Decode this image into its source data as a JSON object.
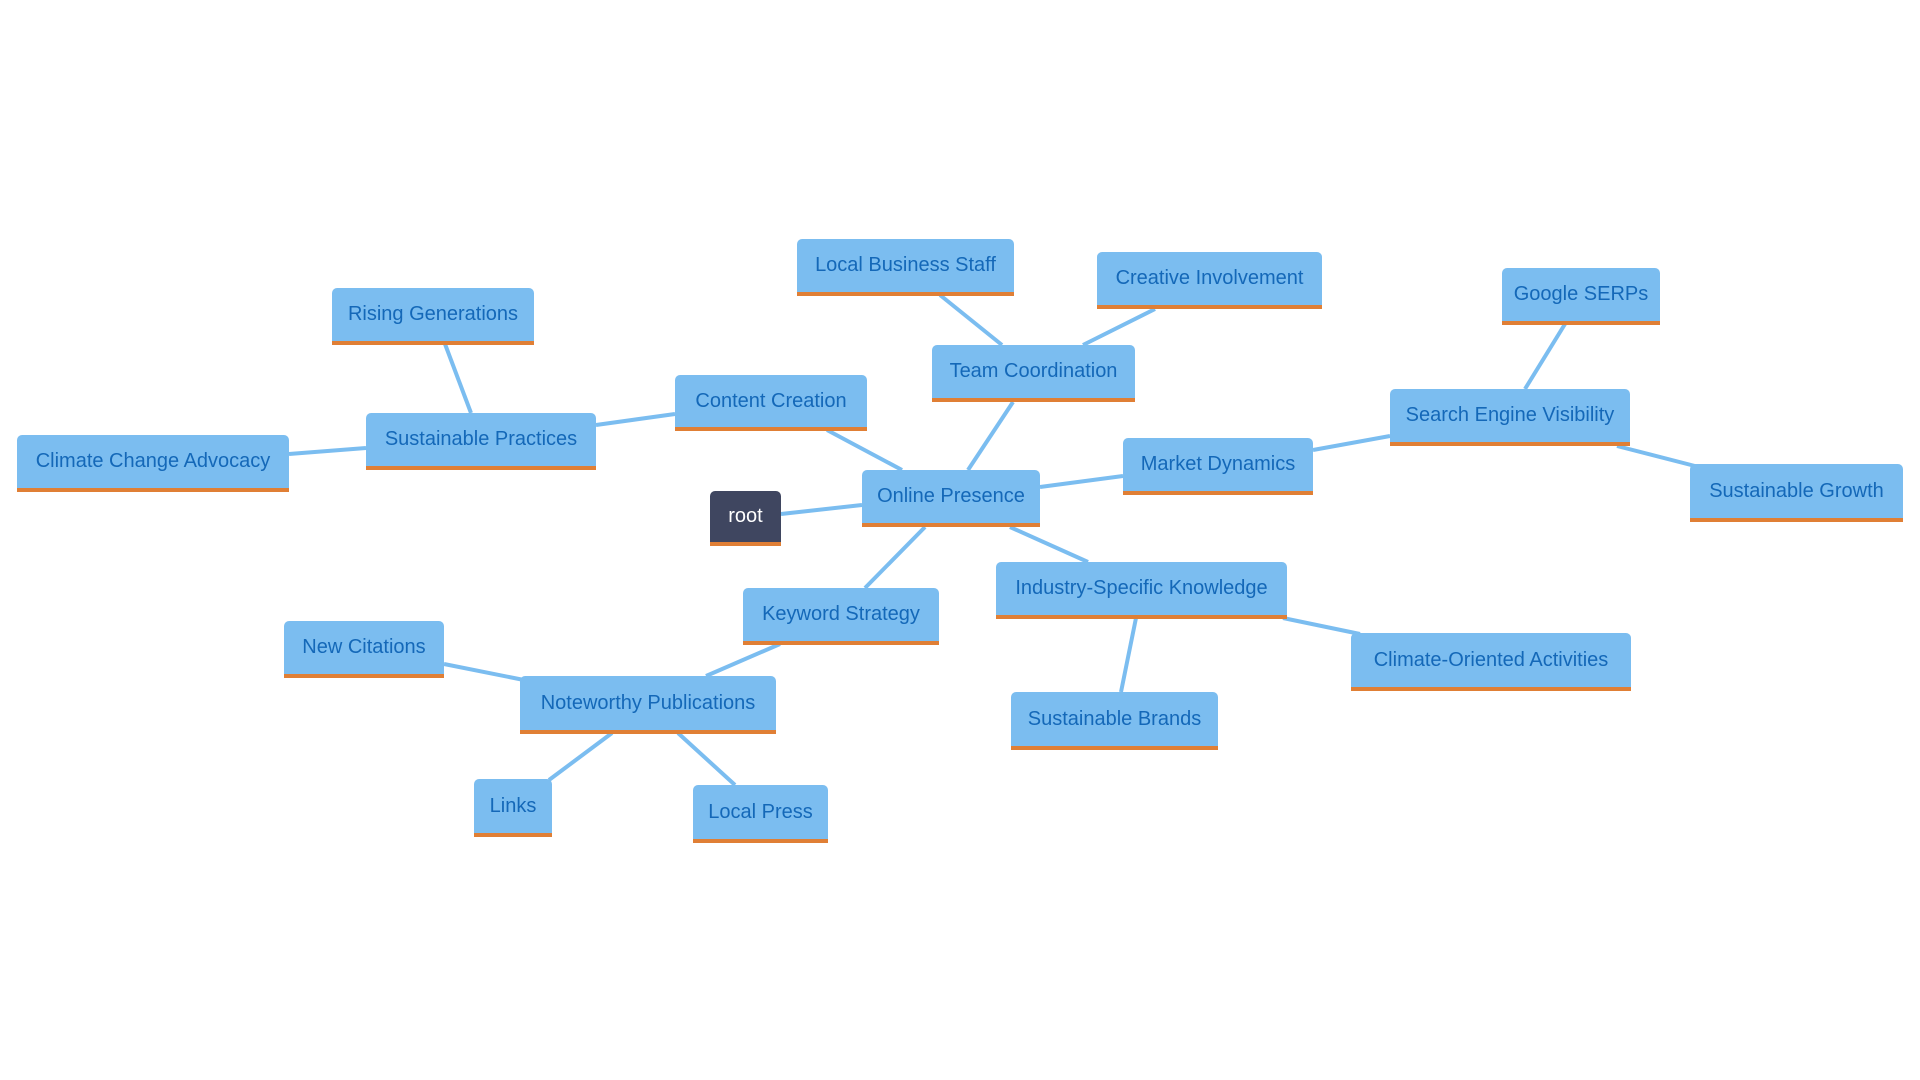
{
  "diagram": {
    "type": "mindmap",
    "colors": {
      "node_fill": "#7bbdf0",
      "node_text": "#1468b8",
      "node_underline": "#e07f35",
      "root_fill": "#3f4660",
      "root_text": "#ffffff",
      "edge": "#7bbdf0"
    },
    "nodes": {
      "root": "root",
      "online_presence": "Online Presence",
      "content_creation": "Content Creation",
      "sustainable_practices": "Sustainable Practices",
      "rising_generations": "Rising Generations",
      "climate_change_advocacy": "Climate Change Advocacy",
      "team_coordination": "Team Coordination",
      "local_business_staff": "Local Business Staff",
      "creative_involvement": "Creative Involvement",
      "market_dynamics": "Market Dynamics",
      "search_engine_visibility": "Search Engine Visibility",
      "google_serps": "Google SERPs",
      "sustainable_growth": "Sustainable Growth",
      "industry_specific_knowledge": "Industry-Specific Knowledge",
      "climate_oriented_activities": "Climate-Oriented Activities",
      "sustainable_brands": "Sustainable Brands",
      "keyword_strategy": "Keyword Strategy",
      "noteworthy_publications": "Noteworthy Publications",
      "new_citations": "New Citations",
      "links": "Links",
      "local_press": "Local Press"
    },
    "edges": [
      [
        "root",
        "online_presence"
      ],
      [
        "online_presence",
        "content_creation"
      ],
      [
        "content_creation",
        "sustainable_practices"
      ],
      [
        "sustainable_practices",
        "rising_generations"
      ],
      [
        "sustainable_practices",
        "climate_change_advocacy"
      ],
      [
        "online_presence",
        "team_coordination"
      ],
      [
        "team_coordination",
        "local_business_staff"
      ],
      [
        "team_coordination",
        "creative_involvement"
      ],
      [
        "online_presence",
        "market_dynamics"
      ],
      [
        "market_dynamics",
        "search_engine_visibility"
      ],
      [
        "search_engine_visibility",
        "google_serps"
      ],
      [
        "search_engine_visibility",
        "sustainable_growth"
      ],
      [
        "online_presence",
        "industry_specific_knowledge"
      ],
      [
        "industry_specific_knowledge",
        "climate_oriented_activities"
      ],
      [
        "industry_specific_knowledge",
        "sustainable_brands"
      ],
      [
        "online_presence",
        "keyword_strategy"
      ],
      [
        "keyword_strategy",
        "noteworthy_publications"
      ],
      [
        "noteworthy_publications",
        "new_citations"
      ],
      [
        "noteworthy_publications",
        "links"
      ],
      [
        "noteworthy_publications",
        "local_press"
      ]
    ]
  }
}
